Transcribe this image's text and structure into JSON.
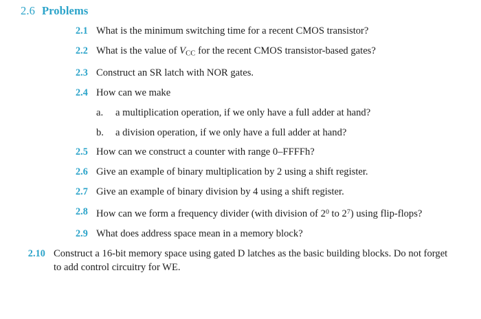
{
  "colors": {
    "accent": "#2aa3c9",
    "body_text": "#1d1d1d",
    "background": "#ffffff"
  },
  "heading": {
    "number": "2.6",
    "title": "Problems"
  },
  "problems": [
    {
      "number": "2.1",
      "text": "What is the minimum switching time for a recent CMOS transistor?"
    },
    {
      "number": "2.2",
      "text_before": "What is the value of ",
      "var": "V",
      "var_sub": "CC",
      "text_after": " for the recent CMOS transistor-based gates?"
    },
    {
      "number": "2.3",
      "text": "Construct an SR latch with NOR gates."
    },
    {
      "number": "2.4",
      "text": "How can we make",
      "subitems": [
        {
          "label": "a.",
          "text": "a multiplication operation, if we only have a full adder at hand?"
        },
        {
          "label": "b.",
          "text": "a division operation, if we only have a full adder at hand?"
        }
      ]
    },
    {
      "number": "2.5",
      "text": "How can we construct a counter with range 0–FFFFh?"
    },
    {
      "number": "2.6",
      "text": "Give an example of binary multiplication by 2 using a shift register."
    },
    {
      "number": "2.7",
      "text": "Give an example of binary division by 4 using a shift register."
    },
    {
      "number": "2.8",
      "text_before": "How can we form a frequency divider (with division of 2",
      "sup1": "0",
      "text_mid": " to 2",
      "sup2": "7",
      "text_after": ") using flip-flops?"
    },
    {
      "number": "2.9",
      "text": "What does address space mean in a memory block?"
    },
    {
      "number": "2.10",
      "text": "Construct a 16-bit memory space using gated D latches as the basic building blocks. Do not forget to add control circuitry for WE."
    }
  ]
}
